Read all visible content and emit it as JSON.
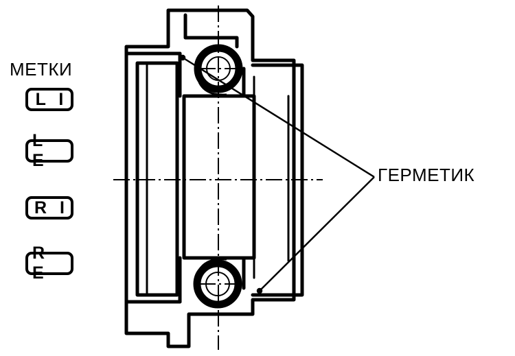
{
  "labels": {
    "marks_title": "МЕТКИ",
    "sealant": "ГЕРМЕТИК"
  },
  "marks": [
    "L I",
    "L E",
    "R I",
    "R E"
  ],
  "colors": {
    "ink": "#000000",
    "background": "#ffffff"
  }
}
